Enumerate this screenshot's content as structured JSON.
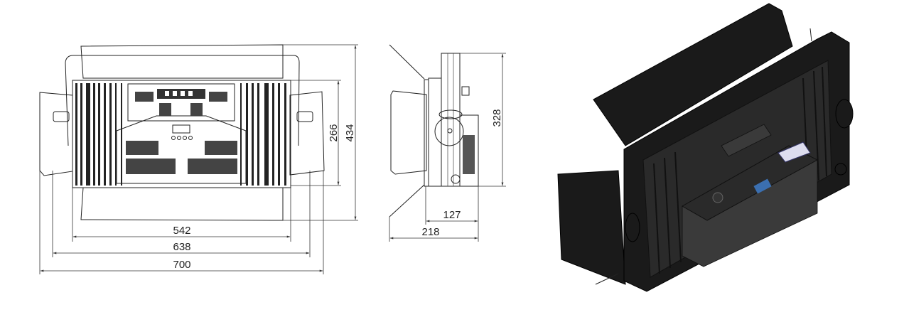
{
  "front_view": {
    "dimensions": {
      "width_body": "542",
      "width_yoke": "638",
      "width_overall": "700",
      "height_body": "266",
      "height_overall": "434"
    }
  },
  "side_view": {
    "dimensions": {
      "height": "328",
      "depth_body": "127",
      "depth_overall": "218"
    }
  }
}
